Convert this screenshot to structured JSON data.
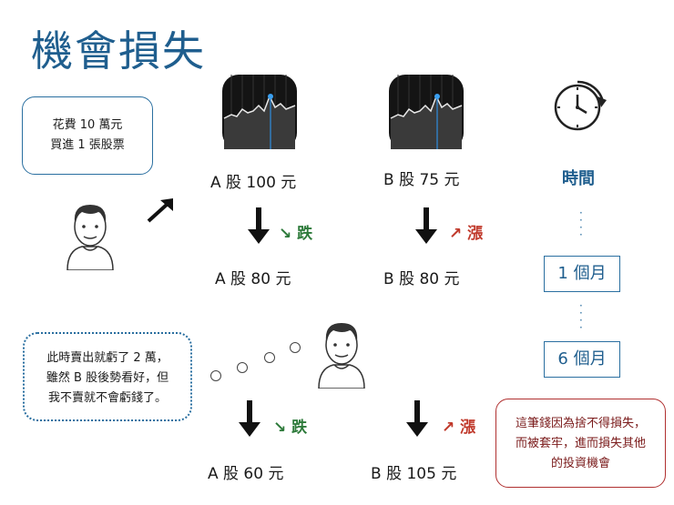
{
  "title": "機會損失",
  "note_buy": {
    "line1": "花費 10 萬元",
    "line2": "買進 1 張股票"
  },
  "note_regret": {
    "line1": "此時賣出就虧了 2 萬，",
    "line2": "雖然 B 股後勢看好，但",
    "line3": "我不賣就不會虧錢了。"
  },
  "note_conclusion": {
    "line1": "這筆錢因為捨不得損失，",
    "line2": "而被套牢，進而損失其他",
    "line3": "的投資機會"
  },
  "stock_a": {
    "start": "A 股 100 元",
    "mid": "A 股 80 元",
    "end": "A 股 60 元"
  },
  "stock_b": {
    "start": "B 股 75 元",
    "mid": "B 股 80 元",
    "end": "B 股 105 元"
  },
  "trends": {
    "down": "↘ 跌",
    "up": "↗ 漲"
  },
  "time": {
    "label": "時間",
    "month1": "1 個月",
    "month6": "6 個月"
  },
  "colors": {
    "title": "#1f5e8e",
    "down": "#2d7a3a",
    "up": "#c0392b",
    "frame": "#2a6fa0",
    "warn": "#b03030"
  }
}
